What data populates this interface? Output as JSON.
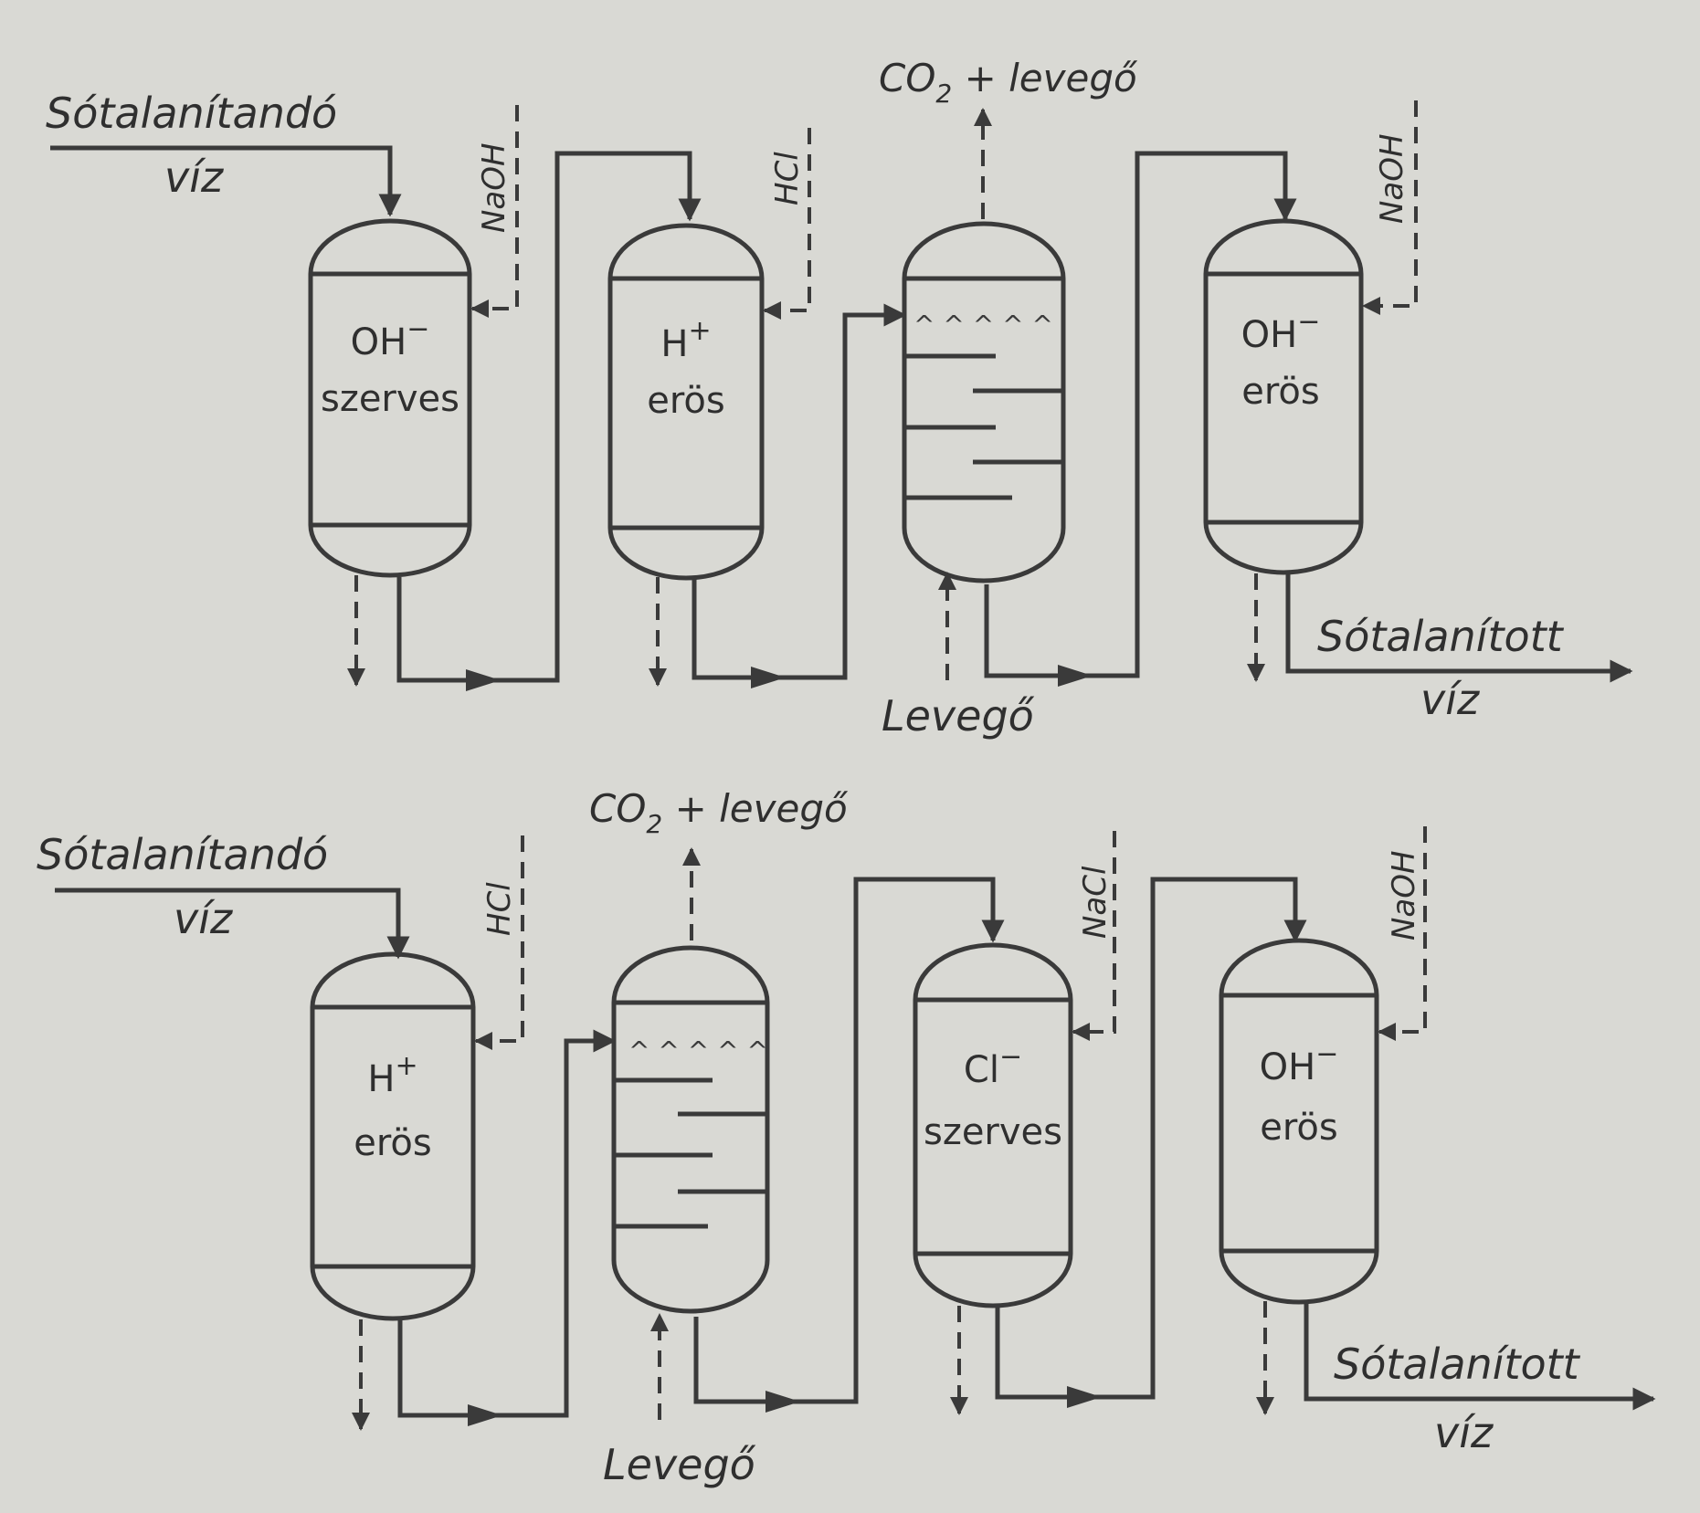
{
  "top": {
    "inlet_line1": "Sótalanítandó",
    "inlet_line2": "víz",
    "outlet_line1": "Sótalanított",
    "outlet_line2": "víz",
    "vent": {
      "co2": "CO",
      "sub": "2",
      "rest": " + levegő"
    },
    "air": "Levegő",
    "regen": [
      "NaOH",
      "HCl",
      "NaOH"
    ],
    "vessels": [
      {
        "ion": "OH",
        "sup": "−",
        "type": "szerves"
      },
      {
        "ion": "H",
        "sup": "+",
        "type": "erös"
      },
      {
        "ion": "OH",
        "sup": "−",
        "type": "erös"
      }
    ]
  },
  "bottom": {
    "inlet_line1": "Sótalanítandó",
    "inlet_line2": "víz",
    "outlet_line1": "Sótalanított",
    "outlet_line2": "víz",
    "vent": {
      "co2": "CO",
      "sub": "2",
      "rest": " + levegő"
    },
    "air": "Levegő",
    "regen": [
      "HCl",
      "NaCl",
      "NaOH"
    ],
    "vessels": [
      {
        "ion": "H",
        "sup": "+",
        "type": "erös"
      },
      {
        "ion": "Cl",
        "sup": "−",
        "type": "szerves"
      },
      {
        "ion": "OH",
        "sup": "−",
        "type": "erös"
      }
    ]
  }
}
